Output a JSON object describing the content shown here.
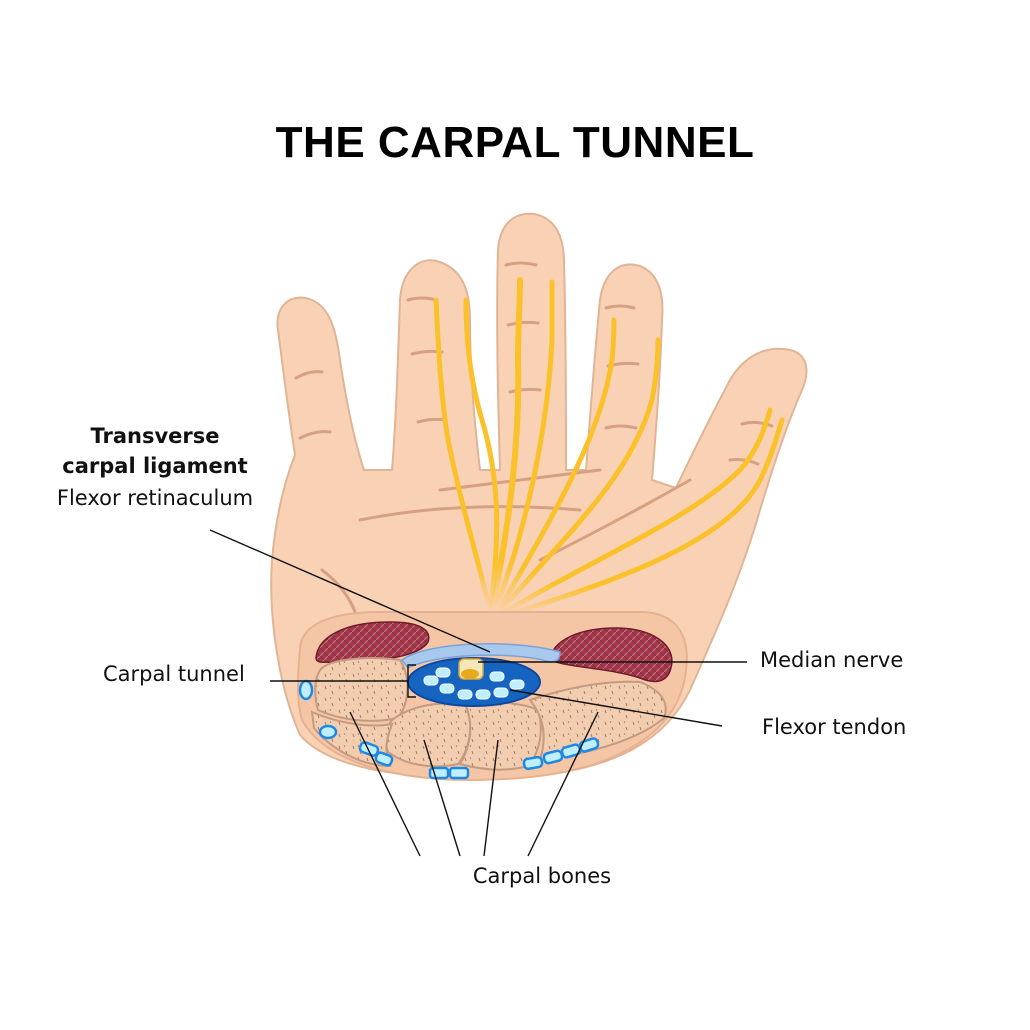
{
  "title": "THE CARPAL TUNNEL",
  "labels": {
    "transverse_line1": "Transverse",
    "transverse_line2": "carpal ligament",
    "flexor_retinaculum": "Flexor retinaculum",
    "carpal_tunnel": "Carpal tunnel",
    "median_nerve": "Median nerve",
    "flexor_tendon": "Flexor tendon",
    "carpal_bones": "Carpal bones"
  },
  "colors": {
    "skin": "#f9d2b6",
    "skin_outline": "#d9a98a",
    "nerve": "#fbc12a",
    "muscle": "#a3374a",
    "bone": "#f3cdb0",
    "tunnel_blue": "#1565c0",
    "tendon": "#bfefff",
    "ligament": "#a9c8ee"
  }
}
